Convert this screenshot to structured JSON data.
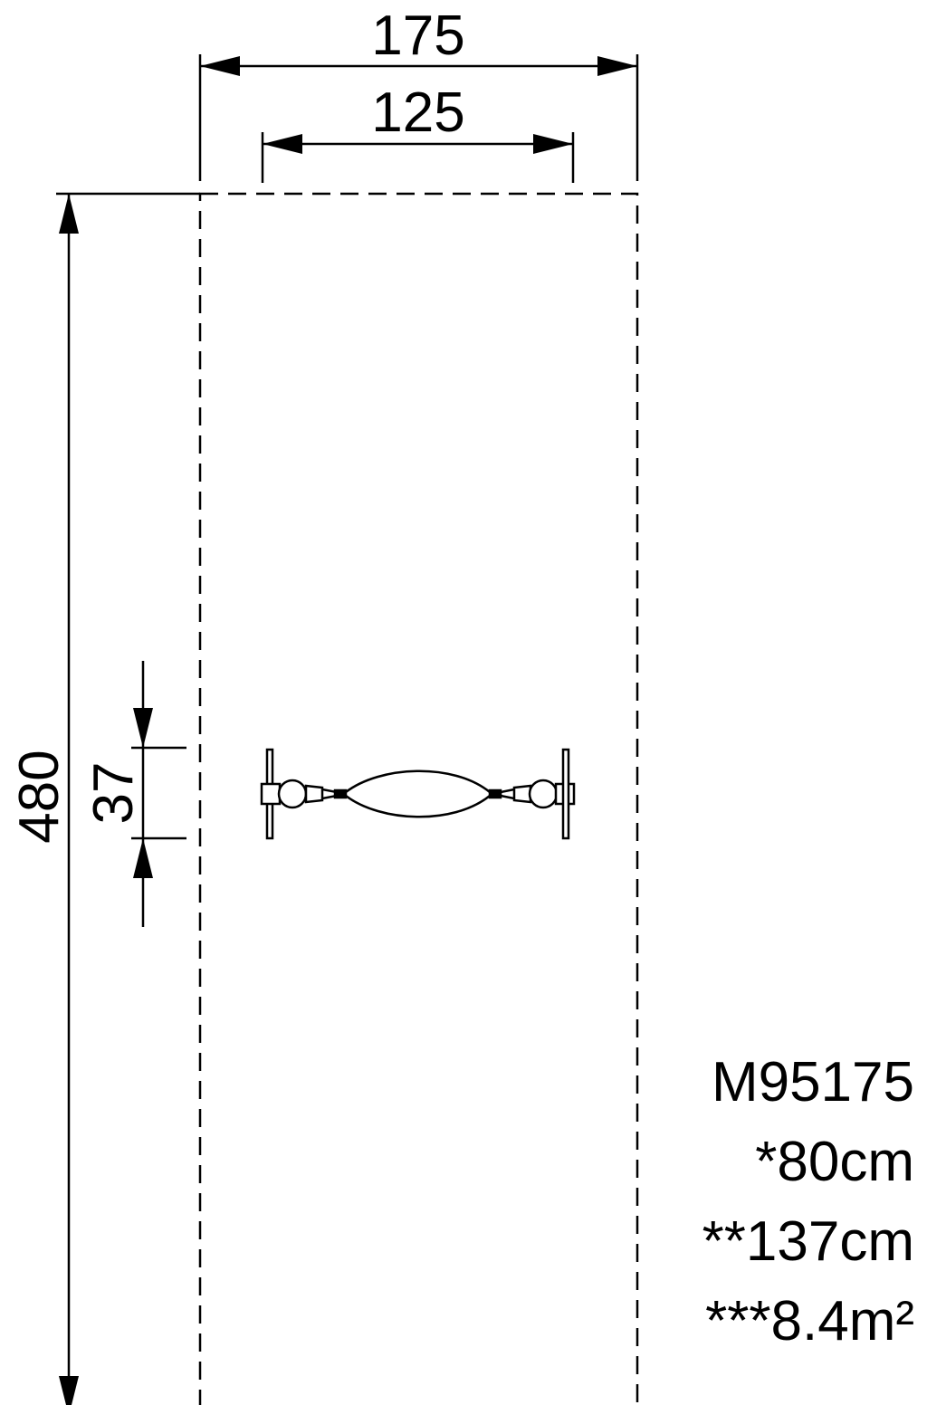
{
  "dimensions": {
    "overall_width": "175",
    "equipment_width": "125",
    "overall_length": "480",
    "equipment_depth": "37"
  },
  "spec": {
    "model": "M95175",
    "line1": "*80cm",
    "line2": "**137cm",
    "line3": "***8.4m²"
  },
  "colors": {
    "line": "#000000",
    "background": "#ffffff"
  }
}
